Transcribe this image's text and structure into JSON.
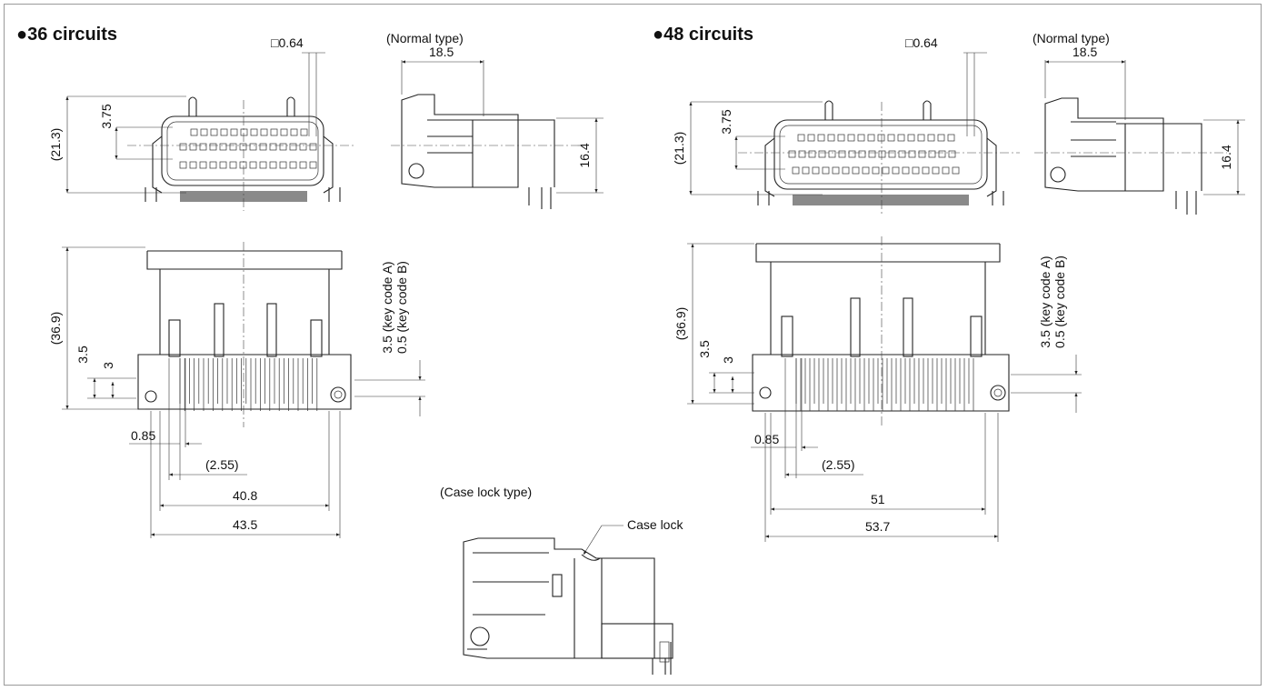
{
  "left": {
    "title": "●36 circuits",
    "normal_type": "(Normal type)",
    "dims": {
      "square": "□0.64",
      "d185": "18.5",
      "d213": "(21.3)",
      "d375": "3.75",
      "d164": "16.4",
      "d369": "(36.9)",
      "d35": "3.5",
      "d3": "3",
      "keyA": "3.5 (key code A)",
      "keyB": "0.5 (key code B)",
      "d085": "0.85",
      "d255": "(2.55)",
      "width_inner": "40.8",
      "width_outer": "43.5"
    }
  },
  "right": {
    "title": "●48 circuits",
    "normal_type": "(Normal type)",
    "dims": {
      "square": "□0.64",
      "d185": "18.5",
      "d213": "(21.3)",
      "d375": "3.75",
      "d164": "16.4",
      "d369": "(36.9)",
      "d35": "3.5",
      "d3": "3",
      "keyA": "3.5 (key code A)",
      "keyB": "0.5 (key code B)",
      "d085": "0.85",
      "d255": "(2.55)",
      "width_inner": "51",
      "width_outer": "53.7"
    }
  },
  "case_lock": {
    "title": "(Case lock type)",
    "callout": "Case lock"
  }
}
